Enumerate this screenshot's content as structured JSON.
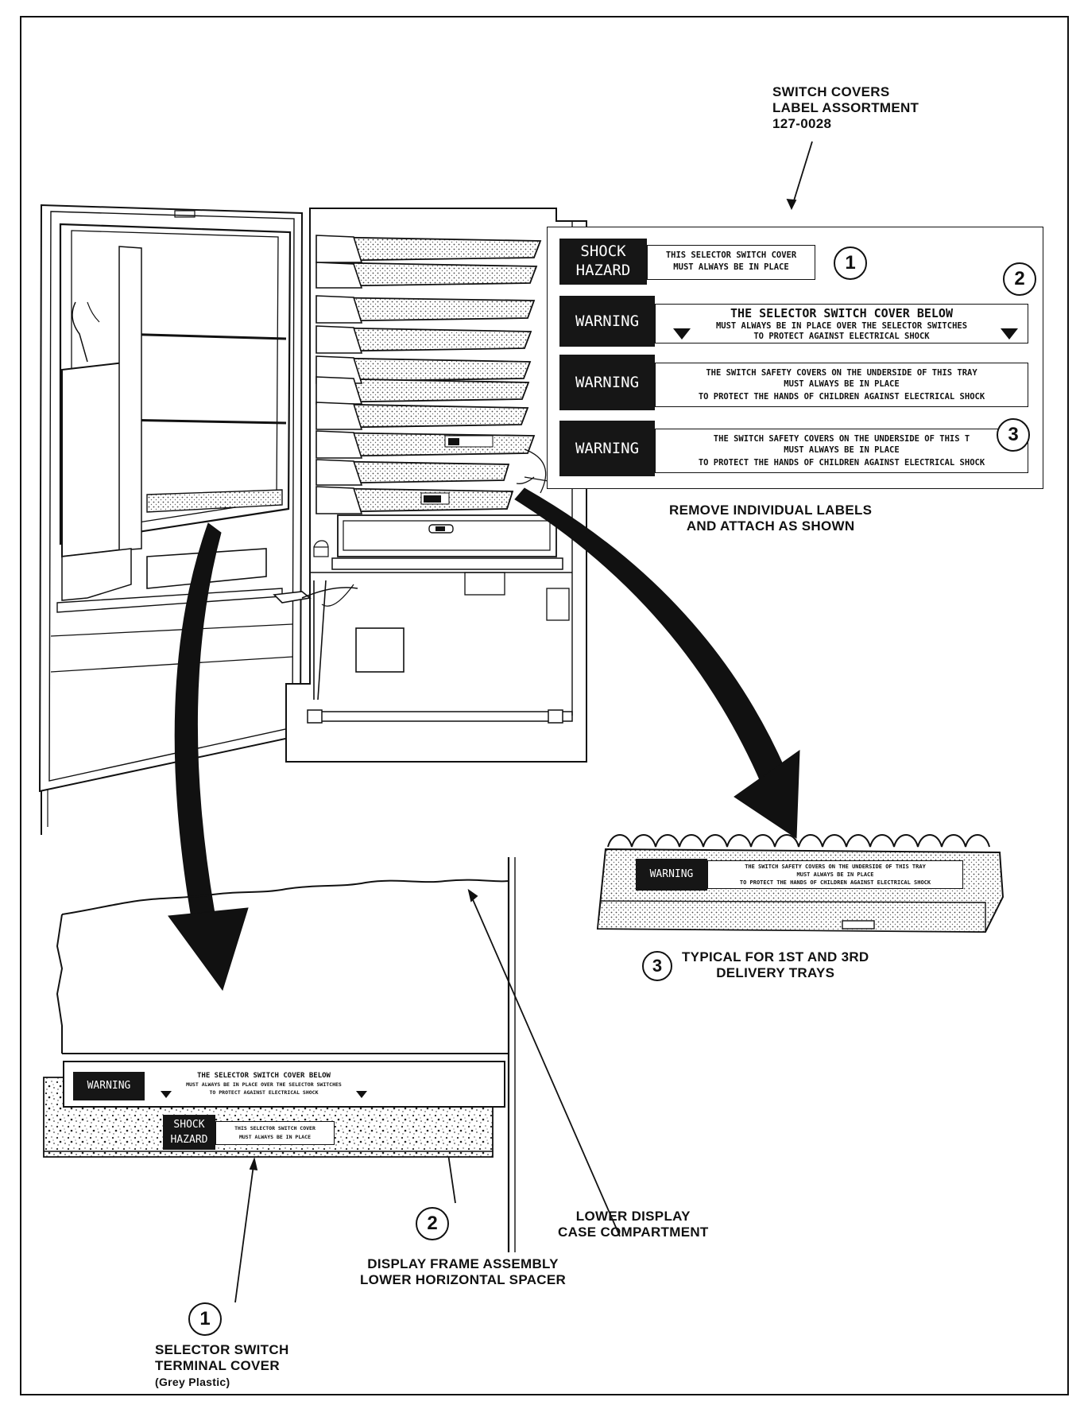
{
  "assortment": {
    "line1": "SWITCH COVERS",
    "line2": "LABEL ASSORTMENT",
    "part_number": "127-0028"
  },
  "labels": {
    "shock": {
      "badge_line1": "SHOCK",
      "badge_line2": "HAZARD",
      "text_line1": "THIS SELECTOR SWITCH COVER",
      "text_line2": "MUST ALWAYS BE IN PLACE",
      "number": "1"
    },
    "selector_warning": {
      "badge": "WARNING",
      "text_line1": "THE SELECTOR SWITCH COVER BELOW",
      "text_line2": "MUST ALWAYS BE IN PLACE OVER THE SELECTOR SWITCHES",
      "text_line3": "TO PROTECT AGAINST ELECTRICAL SHOCK",
      "number": "2"
    },
    "tray_warning": {
      "badge": "WARNING",
      "text_line1": "THE SWITCH SAFETY COVERS ON THE UNDERSIDE OF THIS TRAY",
      "text_line2": "MUST ALWAYS BE IN PLACE",
      "text_line3": "TO PROTECT THE HANDS OF CHILDREN AGAINST ELECTRICAL SHOCK"
    },
    "tray_warning_2": {
      "badge": "WARNING",
      "text_line1": "THE SWITCH SAFETY COVERS ON THE UNDERSIDE OF THIS T",
      "text_line2": "MUST ALWAYS BE IN PLACE",
      "text_line3": "TO PROTECT THE HANDS OF CHILDREN AGAINST ELECTRICAL SHOCK",
      "number": "3"
    }
  },
  "instruction": {
    "line1": "REMOVE INDIVIDUAL LABELS",
    "line2": "AND ATTACH AS SHOWN"
  },
  "tray_callout": {
    "number": "3",
    "line1": "TYPICAL FOR 1ST AND 3RD",
    "line2": "DELIVERY TRAYS"
  },
  "lower_compartment": {
    "line1": "LOWER DISPLAY",
    "line2": "CASE COMPARTMENT"
  },
  "spacer_callout": {
    "number": "2",
    "line1": "DISPLAY FRAME ASSEMBLY",
    "line2": "LOWER HORIZONTAL SPACER"
  },
  "terminal_callout": {
    "number": "1",
    "line1": "SELECTOR SWITCH",
    "line2": "TERMINAL COVER",
    "line3": "(Grey Plastic)"
  }
}
